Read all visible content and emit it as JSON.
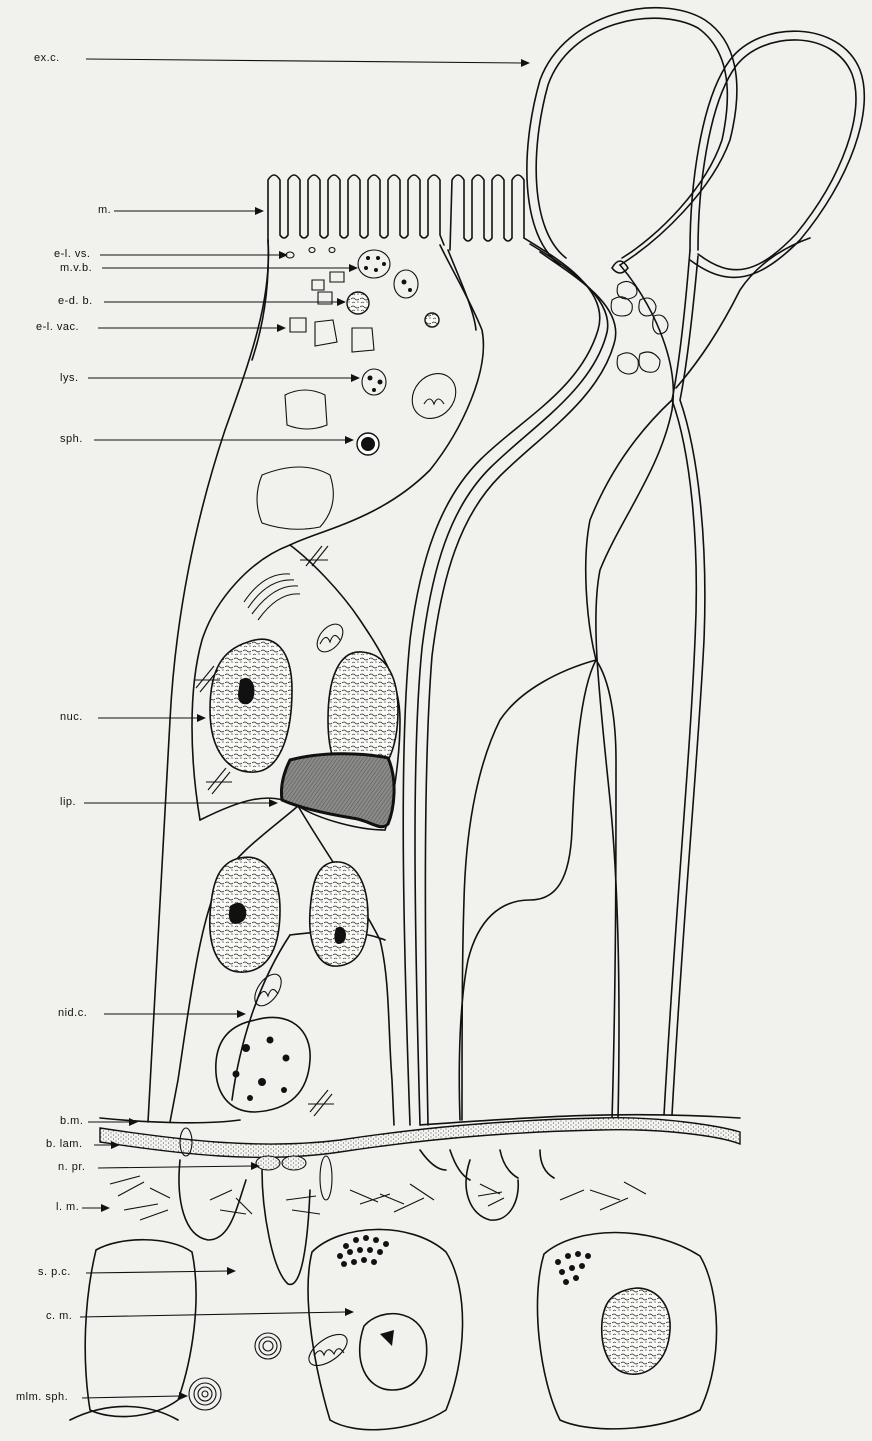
{
  "labels": [
    {
      "id": "ex-c",
      "text": "ex.c."
    },
    {
      "id": "m",
      "text": "m."
    },
    {
      "id": "el-vs",
      "text": "e-l. vs."
    },
    {
      "id": "mvb",
      "text": "m.v.b."
    },
    {
      "id": "edb",
      "text": "e-d. b."
    },
    {
      "id": "el-vac",
      "text": "e-l. vac."
    },
    {
      "id": "lys",
      "text": "lys."
    },
    {
      "id": "sph",
      "text": "sph."
    },
    {
      "id": "nuc",
      "text": "nuc."
    },
    {
      "id": "lip",
      "text": "lip."
    },
    {
      "id": "nid-c",
      "text": "nid.c."
    },
    {
      "id": "bm",
      "text": "b.m."
    },
    {
      "id": "blam",
      "text": "b. lam."
    },
    {
      "id": "npr",
      "text": "n. pr."
    },
    {
      "id": "lm",
      "text": "l. m."
    },
    {
      "id": "spc",
      "text": "s. p.c."
    },
    {
      "id": "cm",
      "text": "c. m."
    },
    {
      "id": "mlm-sph",
      "text": "mlm. sph."
    }
  ]
}
